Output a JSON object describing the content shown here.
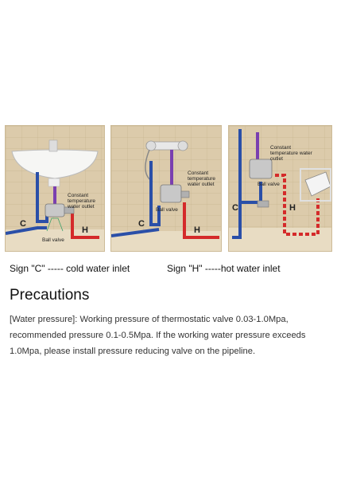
{
  "panel1": {
    "label_outlet": "Constant temperature water outlet",
    "label_ball_valve": "Ball valve",
    "label_c": "C",
    "label_h": "H"
  },
  "panel2": {
    "label_outlet": "Constant temperature water outlet",
    "label_ball_valve": "Ball valve",
    "label_c": "C",
    "label_h": "H"
  },
  "panel3": {
    "label_outlet": "Constant temperature water outlet",
    "label_ball_valve": "Ball valve",
    "label_c": "C",
    "label_h": "H"
  },
  "signs": {
    "cold": "Sign \"C\" ----- cold water inlet",
    "hot": "Sign \"H\" -----hot water inlet"
  },
  "precautions": {
    "heading": "Precautions",
    "body": "[Water pressure]: Working pressure of thermostatic valve 0.03-1.0Mpa, recommended pressure 0.1-0.5Mpa. If the working water pressure exceeds 1.0Mpa, please install pressure reducing valve on the pipeline."
  },
  "colors": {
    "cold_pipe": "#2a4fa8",
    "hot_pipe": "#d42a2a",
    "outlet_pipe": "#7a3fb0",
    "tile": "#d9c9a8"
  }
}
